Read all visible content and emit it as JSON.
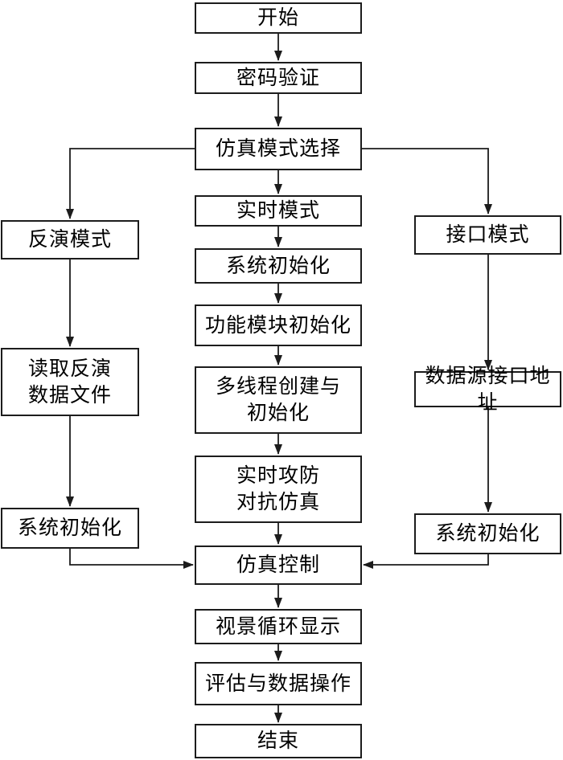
{
  "diagram": {
    "type": "flowchart",
    "direction": "top-down",
    "colors": {
      "background": "#ffffff",
      "box_fill": "#ffffff",
      "box_border": "#1c1c1c",
      "line": "#1c1c1c",
      "text": "#000000"
    },
    "nodes": {
      "start": {
        "label": "开始"
      },
      "password_verify": {
        "label": "密码验证"
      },
      "mode_select": {
        "label": "仿真模式选择"
      },
      "realtime_mode": {
        "label": "实时模式"
      },
      "system_init_mid": {
        "label": "系统初始化"
      },
      "function_module_init": {
        "label": "功能模块初始化"
      },
      "multithread_init": {
        "label": "多线程创建与\n初始化"
      },
      "realtime_combat_sim": {
        "label": "实时攻防\n对抗仿真"
      },
      "sim_control": {
        "label": "仿真控制"
      },
      "scene_loop_display": {
        "label": "视景循环显示"
      },
      "eval_data_ops": {
        "label": "评估与数据操作"
      },
      "end": {
        "label": "结束"
      },
      "replay_mode": {
        "label": "反演模式"
      },
      "read_replay_data": {
        "label": "读取反演\n数据文件"
      },
      "system_init_left": {
        "label": "系统初始化"
      },
      "interface_mode": {
        "label": "接口模式"
      },
      "datasource_interface_addr": {
        "label": "数据源接口地址"
      },
      "system_init_right": {
        "label": "系统初始化"
      }
    },
    "edges": [
      {
        "from": "start",
        "to": "password_verify"
      },
      {
        "from": "password_verify",
        "to": "mode_select"
      },
      {
        "from": "mode_select",
        "to": "realtime_mode"
      },
      {
        "from": "realtime_mode",
        "to": "system_init_mid"
      },
      {
        "from": "system_init_mid",
        "to": "function_module_init"
      },
      {
        "from": "function_module_init",
        "to": "multithread_init"
      },
      {
        "from": "multithread_init",
        "to": "realtime_combat_sim"
      },
      {
        "from": "realtime_combat_sim",
        "to": "sim_control"
      },
      {
        "from": "sim_control",
        "to": "scene_loop_display"
      },
      {
        "from": "scene_loop_display",
        "to": "eval_data_ops"
      },
      {
        "from": "eval_data_ops",
        "to": "end"
      },
      {
        "from": "mode_select",
        "to": "replay_mode"
      },
      {
        "from": "replay_mode",
        "to": "read_replay_data"
      },
      {
        "from": "read_replay_data",
        "to": "system_init_left"
      },
      {
        "from": "system_init_left",
        "to": "sim_control"
      },
      {
        "from": "mode_select",
        "to": "interface_mode"
      },
      {
        "from": "interface_mode",
        "to": "datasource_interface_addr"
      },
      {
        "from": "datasource_interface_addr",
        "to": "system_init_right"
      },
      {
        "from": "system_init_right",
        "to": "sim_control"
      }
    ]
  }
}
